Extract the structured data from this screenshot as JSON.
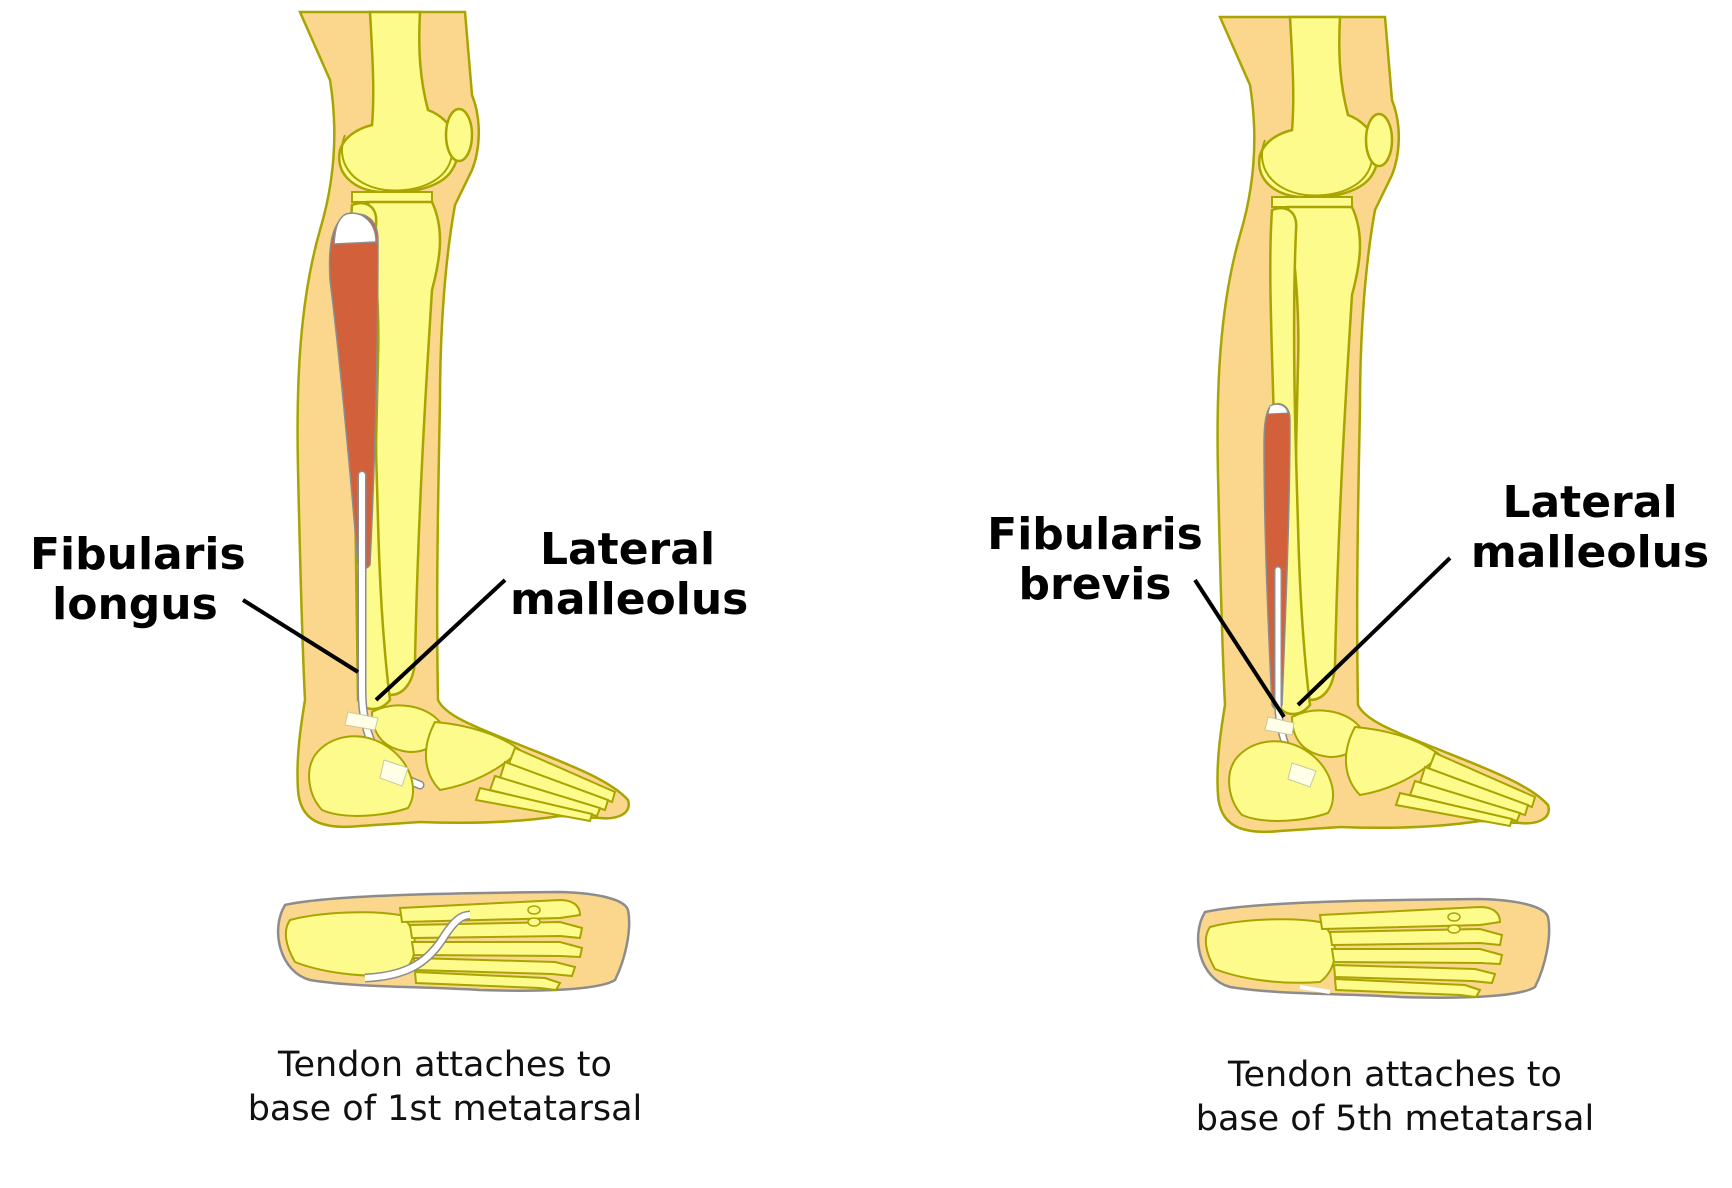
{
  "colors": {
    "skin": "#fbd78e",
    "bone": "#fdfb8c",
    "outline": "#a8a400",
    "muscle": "#d2603a",
    "tendon": "#ffffff",
    "tendon_outline": "#8c8c8c",
    "leader": "#000000",
    "text": "#000000"
  },
  "panels": [
    {
      "id": "left",
      "muscle_name": "Fibularis longus",
      "labels": {
        "muscle_line1": "Fibularis",
        "muscle_line2": "longus",
        "bone_line1": "Lateral",
        "bone_line2": "malleolus"
      },
      "caption": {
        "line1": "Tendon attaches to",
        "line2": "base of 1st metatarsal"
      }
    },
    {
      "id": "right",
      "muscle_name": "Fibularis brevis",
      "labels": {
        "muscle_line1": "Fibularis",
        "muscle_line2": "brevis",
        "bone_line1": "Lateral",
        "bone_line2": "malleolus"
      },
      "caption": {
        "line1": "Tendon attaches to",
        "line2": "base of 5th metatarsal"
      }
    }
  ]
}
